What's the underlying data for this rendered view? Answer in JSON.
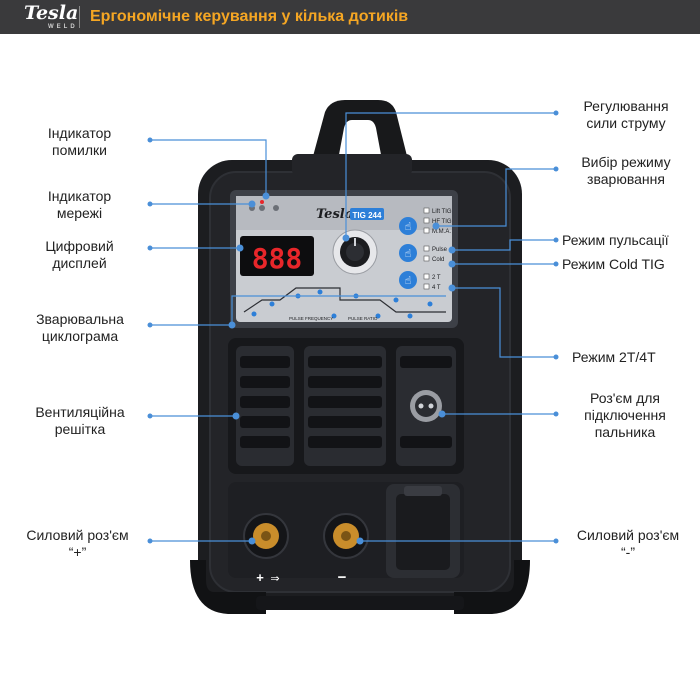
{
  "header": {
    "brand": "Tesla",
    "brand_sub": "WELD",
    "headline": "Ергономічне керування у кілька дотиків"
  },
  "panel": {
    "model_badge": "TIG 244",
    "display_digits": "888",
    "modes": [
      "Lift TIG",
      "HF TIG",
      "M.M.A."
    ],
    "pulse": [
      "Pulse",
      "Cold"
    ],
    "trigger": [
      "2 T",
      "4 T"
    ],
    "cycle_labels": [
      "PULSE FREQUENCY",
      "PULSE RATIO"
    ]
  },
  "callouts": {
    "error_indicator": [
      "Індикатор",
      "помилки"
    ],
    "power_indicator": [
      "Індикатор",
      "мережі"
    ],
    "digital_display": [
      "Цифровий",
      "дисплей"
    ],
    "welding_cyclogram": [
      "Зварювальна",
      "циклограма"
    ],
    "vent_grille": [
      "Вентиляційна",
      "решітка"
    ],
    "power_socket_plus": [
      "Силовий роз'єм",
      "“+”"
    ],
    "current_control": [
      "Регулювання",
      "сили струму"
    ],
    "mode_select": [
      "Вибір режиму",
      "зварювання"
    ],
    "pulse_mode": "Режим пульсації",
    "cold_tig_mode": "Режим Cold TIG",
    "trigger_mode": "Режим 2T/4T",
    "torch_socket": [
      "Роз'єм для",
      "підключення",
      "пальника"
    ],
    "power_socket_minus": [
      "Силовий роз'єм",
      "“-”"
    ]
  },
  "terminals": {
    "plus_mark": "+",
    "minus_mark": "−"
  },
  "colors": {
    "header_bg": "#3a3a3c",
    "headline": "#f5a623",
    "callout_line": "#4a8fd8",
    "device_body": "#1c1d20",
    "panel_face": "#c9ccd1",
    "display_digits": "#e8262a",
    "button_blue": "#2d7fd8",
    "terminal_brass": "#c98d2b"
  }
}
